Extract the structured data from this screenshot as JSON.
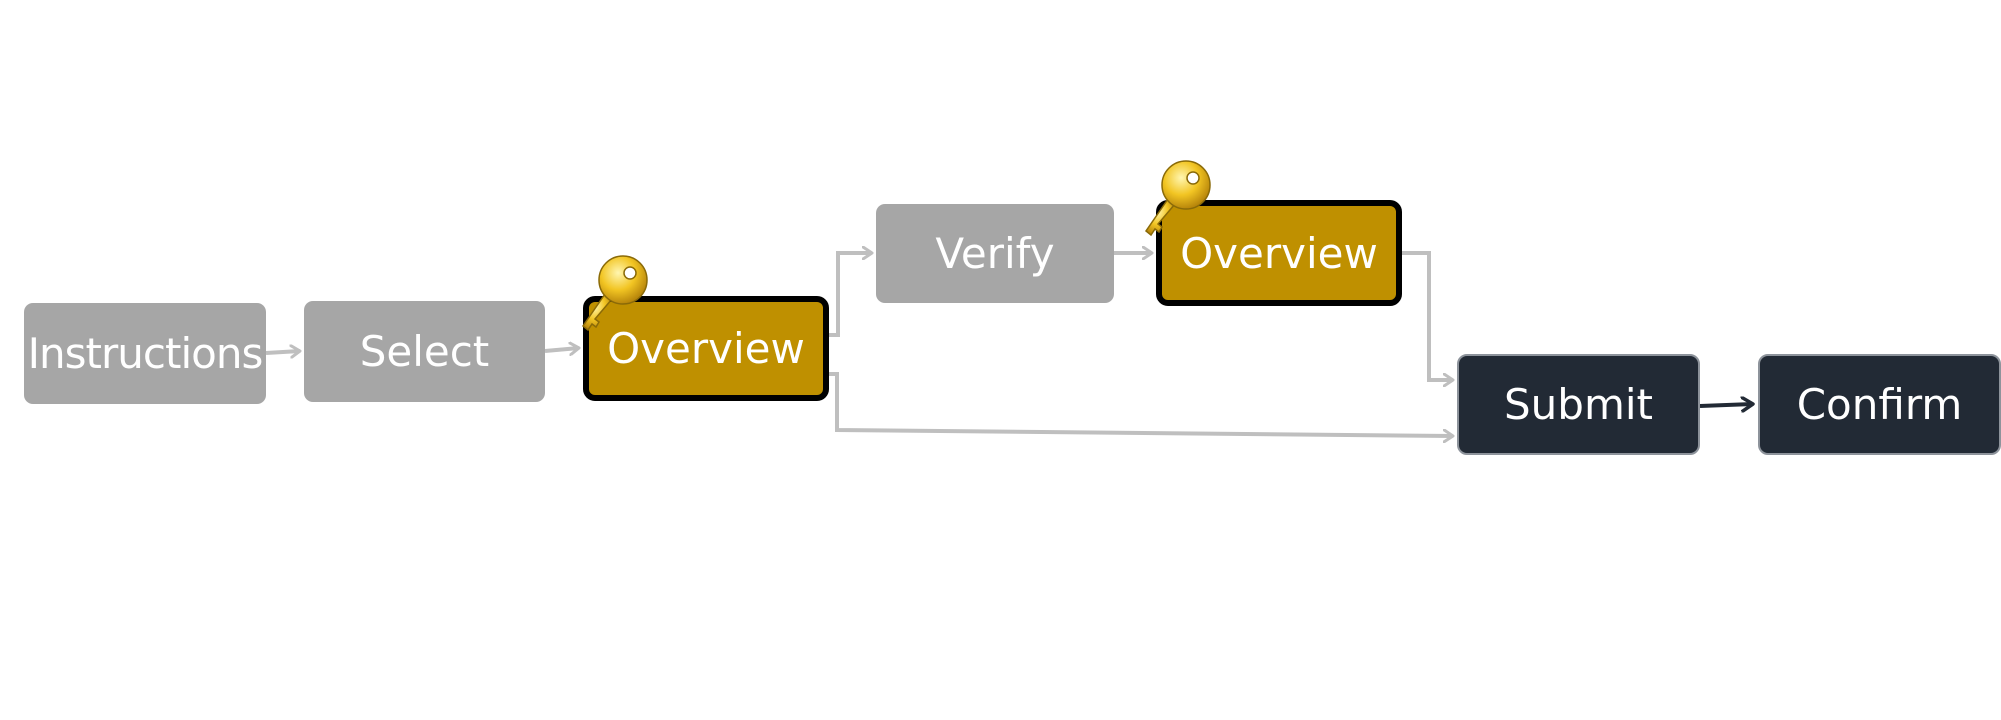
{
  "diagram": {
    "type": "flowchart",
    "colors": {
      "step_default": "#a6a6a6",
      "step_highlight": "#bf9000",
      "step_final": "#222a35",
      "connector": "#bfbfbf",
      "connector_final": "#222a35",
      "text": "#ffffff"
    },
    "nodes": {
      "instructions": {
        "label": "Instructions",
        "style": "default"
      },
      "select": {
        "label": "Select",
        "style": "default"
      },
      "overview1": {
        "label": "Overview",
        "style": "highlight",
        "icon": "key-icon"
      },
      "verify": {
        "label": "Verify",
        "style": "default"
      },
      "overview2": {
        "label": "Overview",
        "style": "highlight",
        "icon": "key-icon"
      },
      "submit": {
        "label": "Submit",
        "style": "final"
      },
      "confirm": {
        "label": "Confirm",
        "style": "final"
      }
    },
    "edges": [
      {
        "from": "instructions",
        "to": "select"
      },
      {
        "from": "select",
        "to": "overview1"
      },
      {
        "from": "overview1",
        "to": "verify"
      },
      {
        "from": "overview1",
        "to": "submit"
      },
      {
        "from": "verify",
        "to": "overview2"
      },
      {
        "from": "overview2",
        "to": "submit"
      },
      {
        "from": "submit",
        "to": "confirm"
      }
    ]
  }
}
